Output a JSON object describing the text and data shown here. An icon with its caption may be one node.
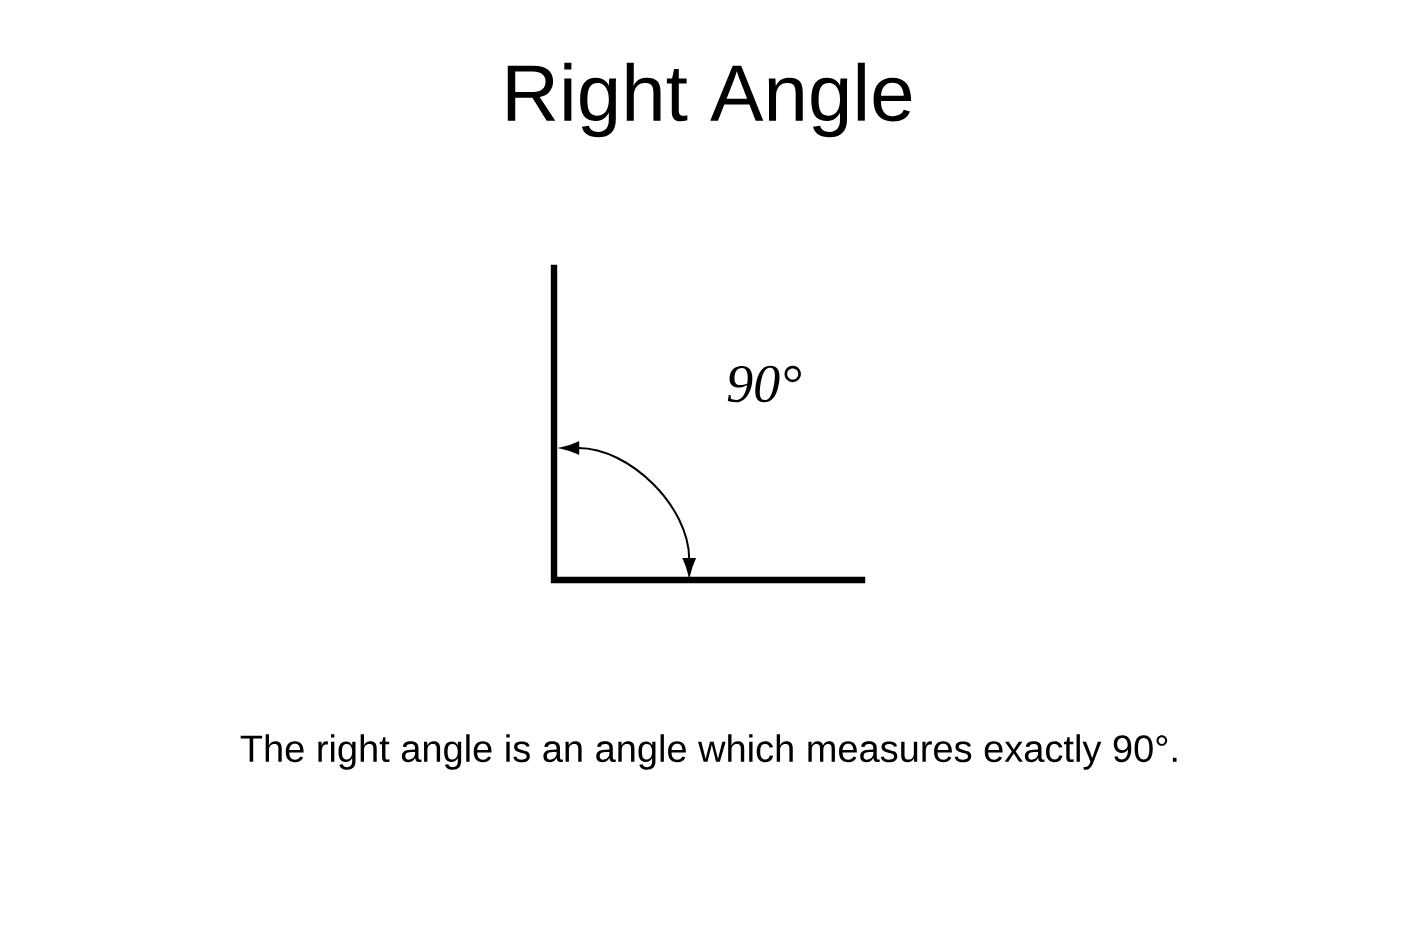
{
  "diagram": {
    "title": "Right Angle",
    "caption": "The right angle is an angle which measures exactly 90°.",
    "labels": [
      "90°"
    ]
  }
}
